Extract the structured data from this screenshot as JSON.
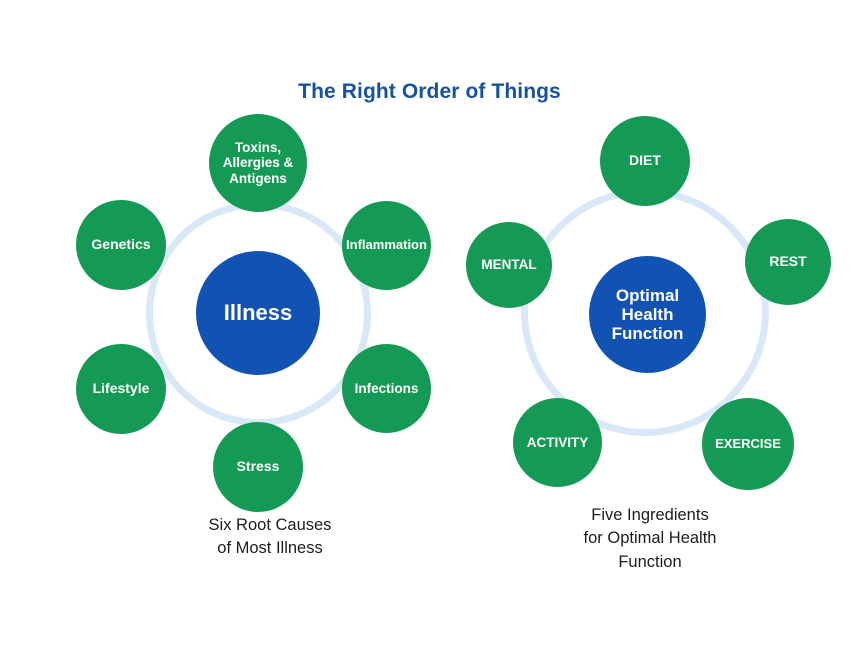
{
  "title": "The Right Order of Things",
  "colors": {
    "title_blue": "#17529e",
    "node_green": "#149a55",
    "node_blue": "#1252b3",
    "ring_light_blue": "#d9e8f7",
    "caption_text": "#1c1c1c",
    "background": "#ffffff"
  },
  "left_cluster": {
    "center": {
      "label": "Illness"
    },
    "nodes": [
      {
        "label": "Toxins,\nAllergies &\nAntigens"
      },
      {
        "label": "Inflammation"
      },
      {
        "label": "Infections"
      },
      {
        "label": "Stress"
      },
      {
        "label": "Lifestyle"
      },
      {
        "label": "Genetics"
      }
    ],
    "caption": "Six Root Causes\nof Most Illness"
  },
  "right_cluster": {
    "center": {
      "label": "Optimal\nHealth\nFunction"
    },
    "nodes": [
      {
        "label": "DIET"
      },
      {
        "label": "REST"
      },
      {
        "label": "EXERCISE"
      },
      {
        "label": "ACTIVITY"
      },
      {
        "label": "MENTAL"
      }
    ],
    "caption": "Five Ingredients\nfor Optimal Health\nFunction"
  }
}
